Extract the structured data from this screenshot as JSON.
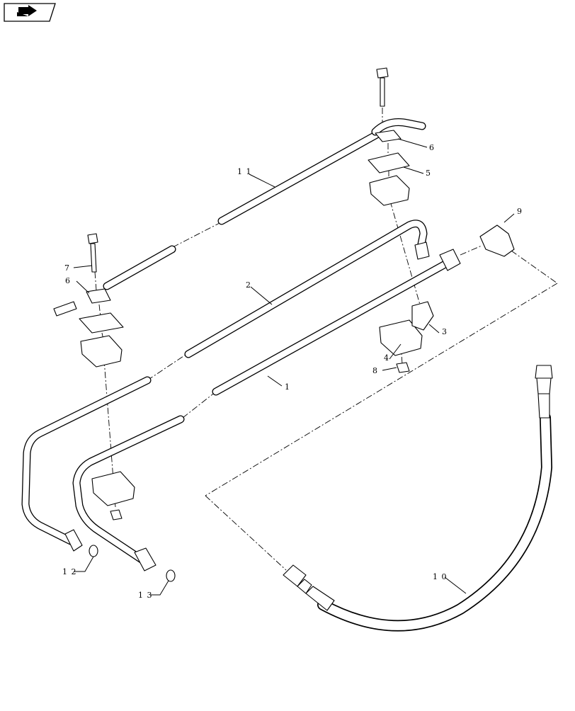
{
  "toolbar": {
    "nav_icon": "arrow-right-icon"
  },
  "callouts": [
    {
      "id": "c1",
      "label": "1"
    },
    {
      "id": "c2",
      "label": "2"
    },
    {
      "id": "c3",
      "label": "3"
    },
    {
      "id": "c4",
      "label": "4"
    },
    {
      "id": "c5",
      "label": "5"
    },
    {
      "id": "c6a",
      "label": "6"
    },
    {
      "id": "c6b",
      "label": "6"
    },
    {
      "id": "c7",
      "label": "7"
    },
    {
      "id": "c8",
      "label": "8"
    },
    {
      "id": "c9",
      "label": "9"
    },
    {
      "id": "c10",
      "label": "1 0"
    },
    {
      "id": "c11",
      "label": "1 1"
    },
    {
      "id": "c12",
      "label": "1 2"
    },
    {
      "id": "c13",
      "label": "1 3"
    }
  ]
}
